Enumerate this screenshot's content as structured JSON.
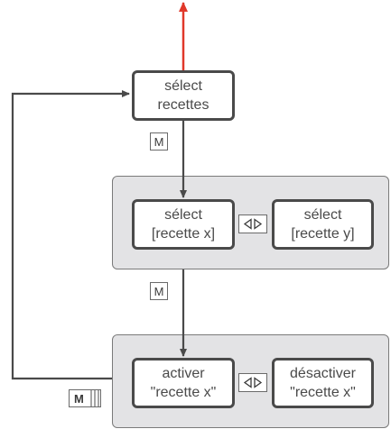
{
  "nodes": {
    "select_recipes": {
      "line1": "sélect",
      "line2": "recettes"
    },
    "select_x": {
      "line1": "sélect",
      "line2": "[recette x]"
    },
    "select_y": {
      "line1": "sélect",
      "line2": "[recette y]"
    },
    "activate_x": {
      "line1": "activer",
      "line2": "\"recette x\""
    },
    "deactivate_x": {
      "line1": "désactiver",
      "line2": "\"recette x\""
    }
  },
  "keys": {
    "m1": "M",
    "m2": "M",
    "m_hold": "M"
  },
  "icons": {
    "toggle_key": "left-right-arrows-icon",
    "hold_key": "mode-hold-bars-icon"
  },
  "colors": {
    "connector": "#4a4a4a",
    "exit_arrow": "#e0382a",
    "panel_fill": "#e3e3e5",
    "box_border": "#4a4a4a"
  }
}
